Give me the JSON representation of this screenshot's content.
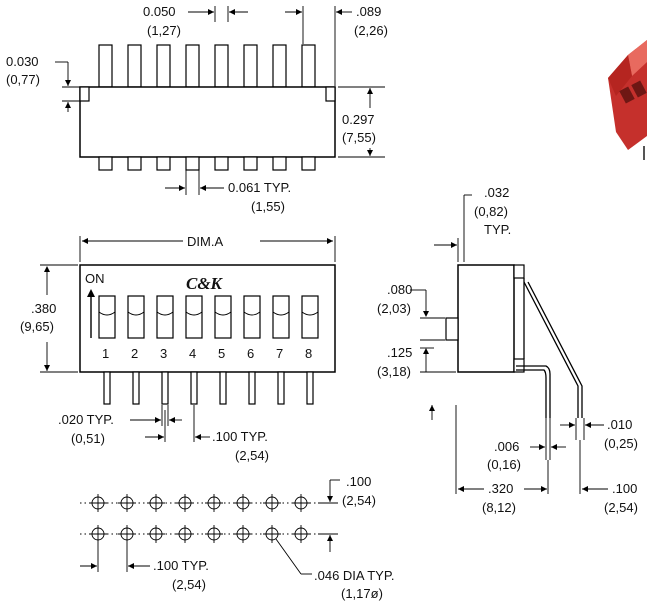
{
  "top_view": {
    "pitch_in": "0.050",
    "pitch_mm": "(1,27)",
    "tab_in": ".089",
    "tab_mm": "(2,26)",
    "offset_in": "0.030",
    "offset_mm": "(0,77)",
    "height_in": "0.297",
    "height_mm": "(7,55)",
    "lead_in": "0.061 TYP.",
    "lead_mm": "(1,55)"
  },
  "front_view": {
    "dim_a": "DIM.A",
    "on_label": "ON",
    "logo": "C&K",
    "height_in": ".380",
    "height_mm": "(9,65)",
    "switch_numbers": [
      "1",
      "2",
      "3",
      "4",
      "5",
      "6",
      "7",
      "8"
    ],
    "lead_width_in": ".020 TYP.",
    "lead_width_mm": "(0,51)",
    "lead_pitch_in": ".100 TYP.",
    "lead_pitch_mm": "(2,54)"
  },
  "side_view": {
    "top_in": ".032",
    "top_mm": "(0,82)",
    "top_typ": "TYP.",
    "a_in": ".080",
    "a_mm": "(2,03)",
    "b_in": ".125",
    "b_mm": "(3,18)",
    "c_in": ".010",
    "c_mm": "(0,25)",
    "d_in": ".006",
    "d_mm": "(0,16)",
    "width_in": ".320",
    "width_mm": "(8,12)",
    "row_in": ".100",
    "row_mm": "(2,54)"
  },
  "footprint": {
    "row_in": ".100",
    "row_mm": "(2,54)",
    "pitch_in": ".100 TYP.",
    "pitch_mm": "(2,54)",
    "hole_in": ".046 DIA TYP.",
    "hole_mm": "(1,17ø)"
  },
  "colors": {
    "product_red": "#d83a35",
    "line": "#000000"
  }
}
